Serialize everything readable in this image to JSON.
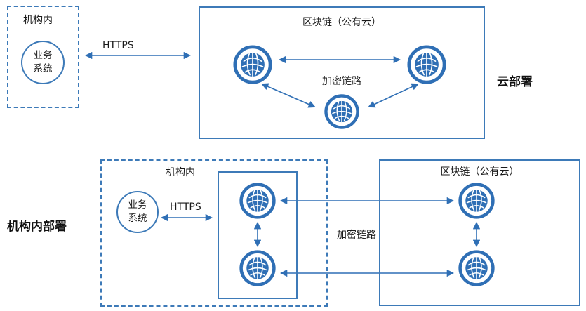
{
  "colors": {
    "box_border_blue": "#3d7ab8",
    "node_blue": "#2f6fb5",
    "arrow_blue": "#2f6fb5",
    "text": "#1a1a1a"
  },
  "cloud_deployment": {
    "section_label": "云部署",
    "org_box_label": "机构内",
    "business_system_label": "业务系统",
    "https_label": "HTTPS",
    "blockchain_box_label": "区块链（公有云）",
    "encrypted_link_label": "加密链路"
  },
  "internal_deployment": {
    "section_label": "机构内部署",
    "org_box_label": "机构内",
    "business_system_label": "业务系统",
    "https_label": "HTTPS",
    "blockchain_box_label": "区块链（公有云）",
    "encrypted_link_label": "加密链路"
  }
}
